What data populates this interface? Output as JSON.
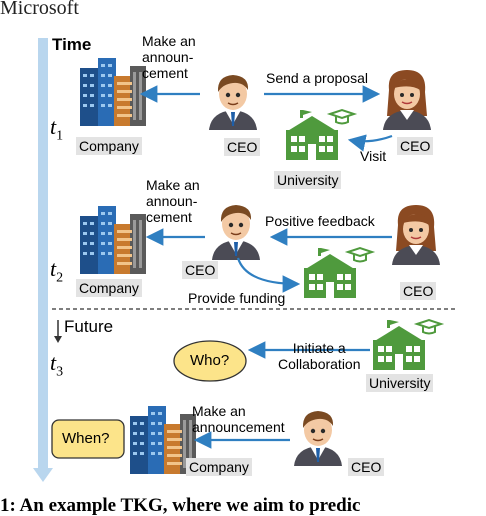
{
  "header_fragment": "Microsoft",
  "caption_fragment": "1: An example TKG, where we aim to predic",
  "timeline": {
    "label": "Time",
    "future_label": "Future"
  },
  "steps": {
    "t1": {
      "time_symbol": "t",
      "time_sub": "1",
      "company": "Company",
      "ceo": "CEO",
      "ceo2": "CEO",
      "university": "University",
      "edge_announce": [
        "Make an",
        "announ-",
        "cement"
      ],
      "edge_proposal": "Send a proposal",
      "edge_visit": "Visit"
    },
    "t2": {
      "time_symbol": "t",
      "time_sub": "2",
      "company": "Company",
      "ceo": "CEO",
      "ceo2": "CEO",
      "edge_announce": [
        "Make an",
        "announ-",
        "cement"
      ],
      "edge_feedback": "Positive feedback",
      "edge_funding": "Provide funding"
    },
    "t3": {
      "time_symbol": "t",
      "time_sub": "3",
      "who": "Who?",
      "university": "University",
      "edge_initiate": [
        "Initiate a",
        "Collaboration"
      ],
      "when": "When?",
      "company": "Company",
      "ceo": "CEO",
      "edge_announce": [
        "Make an",
        "announcement"
      ]
    }
  },
  "colors": {
    "arrow": "#2f7fc1",
    "timeline": "#b9d6ee",
    "university": "#4f9a3d",
    "who_fill": "#fce48a",
    "tag_bg": "#e3e3e3"
  },
  "icons": [
    "building-icon",
    "ceo-male-icon",
    "ceo-female-icon",
    "university-icon"
  ]
}
